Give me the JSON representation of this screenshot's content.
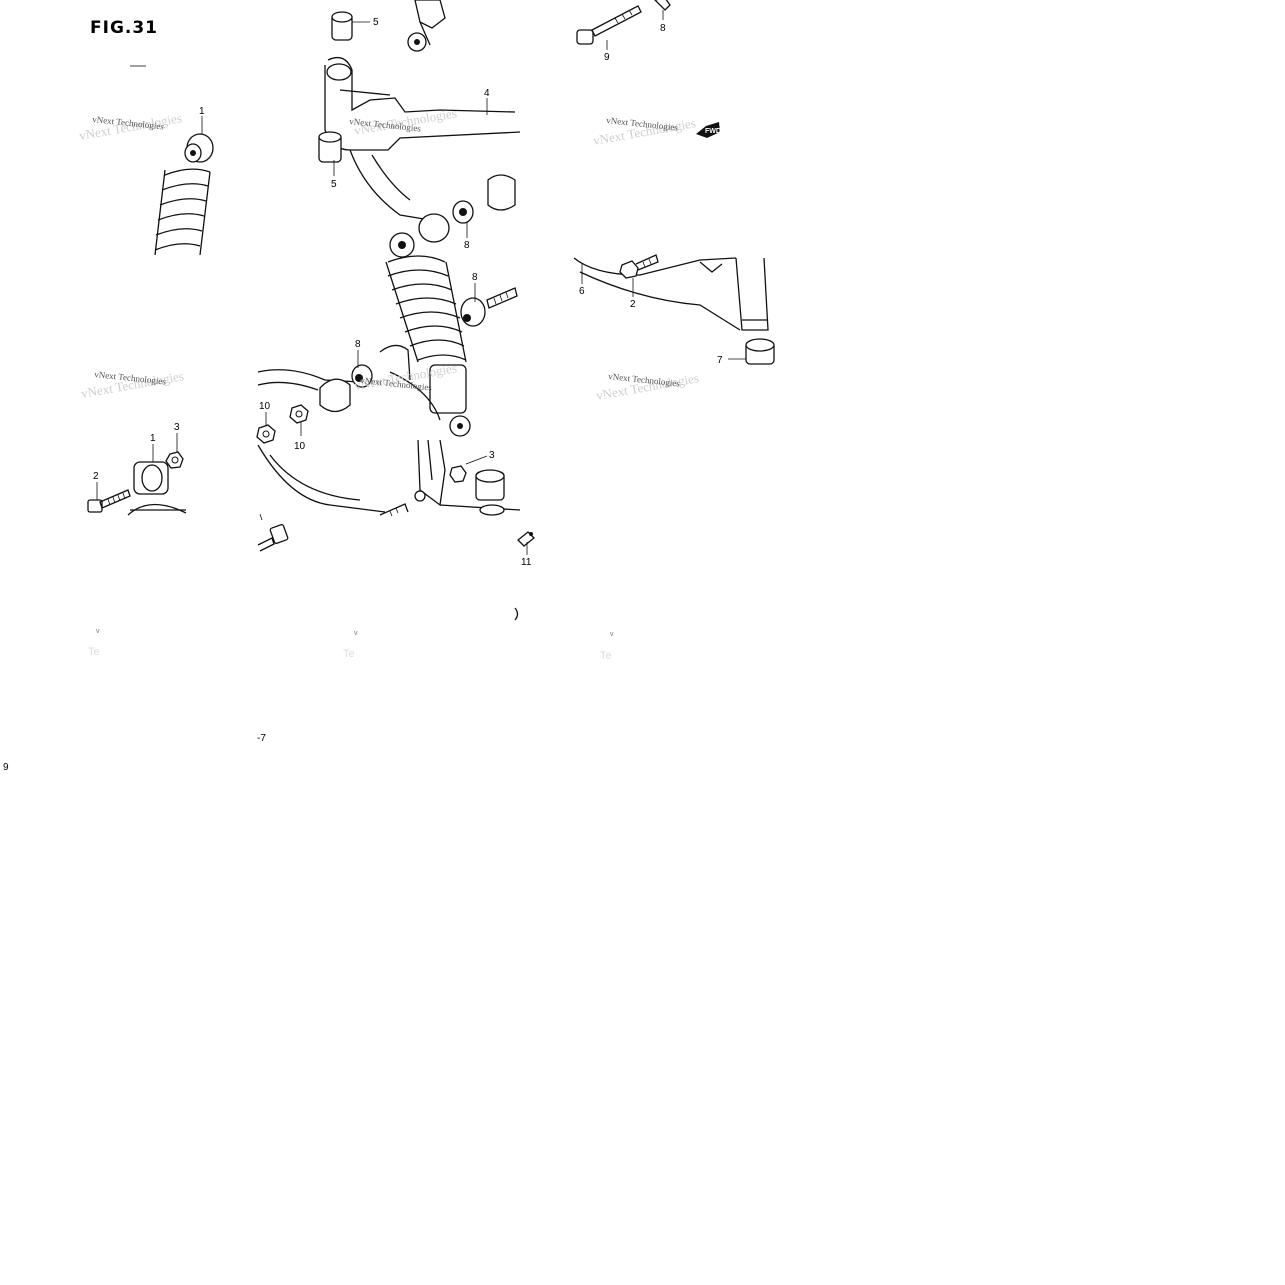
{
  "figure": {
    "title": "FIG.31"
  },
  "callouts": [
    {
      "id": "c5a",
      "label": "5"
    },
    {
      "id": "c8a",
      "label": "8"
    },
    {
      "id": "c9a",
      "label": "9"
    },
    {
      "id": "c4",
      "label": "4"
    },
    {
      "id": "c1a",
      "label": "1"
    },
    {
      "id": "c5b",
      "label": "5"
    },
    {
      "id": "c8b",
      "label": "8"
    },
    {
      "id": "c8c",
      "label": "8"
    },
    {
      "id": "c6",
      "label": "6"
    },
    {
      "id": "c2a",
      "label": "2"
    },
    {
      "id": "c8d",
      "label": "8"
    },
    {
      "id": "c7a",
      "label": "7"
    },
    {
      "id": "c10a",
      "label": "10"
    },
    {
      "id": "c10b",
      "label": "10"
    },
    {
      "id": "c3a",
      "label": "3"
    },
    {
      "id": "c1b",
      "label": "1"
    },
    {
      "id": "c2b",
      "label": "2"
    },
    {
      "id": "c3b",
      "label": "3"
    },
    {
      "id": "c11",
      "label": "11"
    },
    {
      "id": "c7b",
      "label": "-7"
    },
    {
      "id": "c9b",
      "label": "9"
    }
  ],
  "watermark": {
    "text": "vNext Technologies"
  },
  "fwd_badge": {
    "text": "FWD"
  },
  "colors": {
    "ink": "#111111",
    "background": "#ffffff",
    "watermark": "#555555"
  }
}
